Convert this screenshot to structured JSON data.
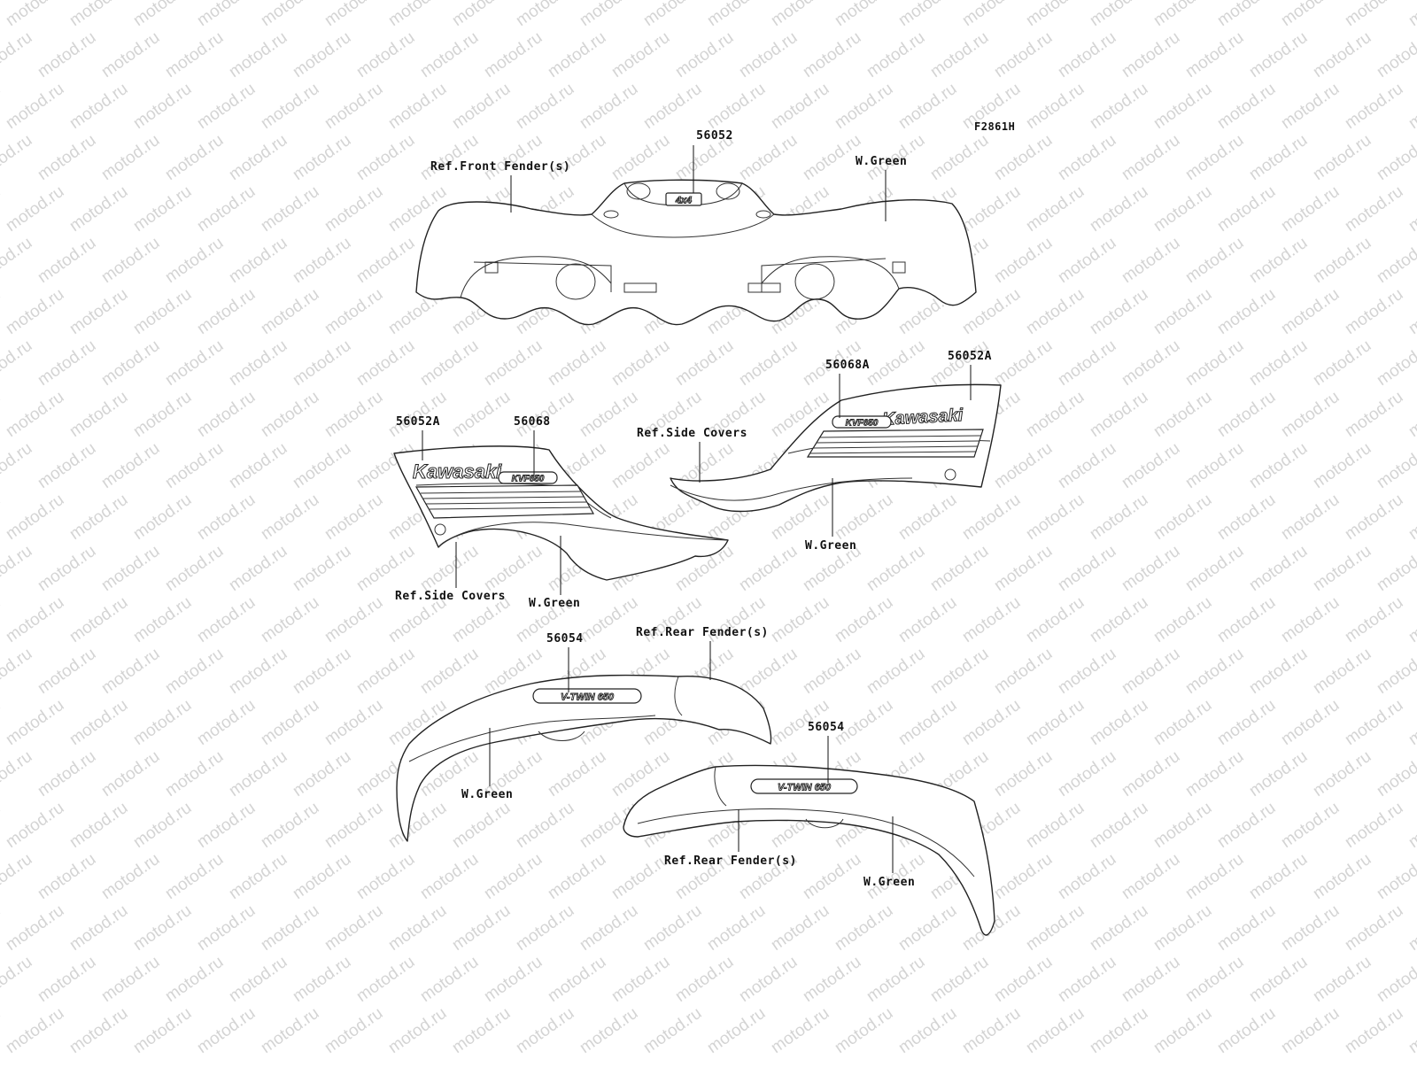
{
  "watermark": "motod.ru",
  "figure_code": "F2861H",
  "front_fender": {
    "part_decal": "56052",
    "ref_label": "Ref.Front Fender(s)",
    "color_label": "W.Green",
    "decal_text": "4x4"
  },
  "left_side_cover": {
    "part_decal_a": "56052A",
    "part_decal_b": "56068",
    "ref_label": "Ref.Side Covers",
    "color_label": "W.Green",
    "logo_text": "Kawasaki",
    "model_text": "KVF650"
  },
  "right_side_cover": {
    "part_decal_a": "56068A",
    "part_decal_b": "56052A",
    "ref_label": "Ref.Side Covers",
    "color_label": "W.Green",
    "logo_text": "Kawasaki",
    "model_text": "KVF650"
  },
  "rear_fender_upper": {
    "part_decal": "56054",
    "ref_label": "Ref.Rear Fender(s)",
    "color_label": "W.Green",
    "model_text": "V-TWIN 650"
  },
  "rear_fender_lower": {
    "part_decal": "56054",
    "ref_label": "Ref.Rear Fender(s)",
    "color_label": "W.Green",
    "model_text": "V-TWIN 650"
  }
}
